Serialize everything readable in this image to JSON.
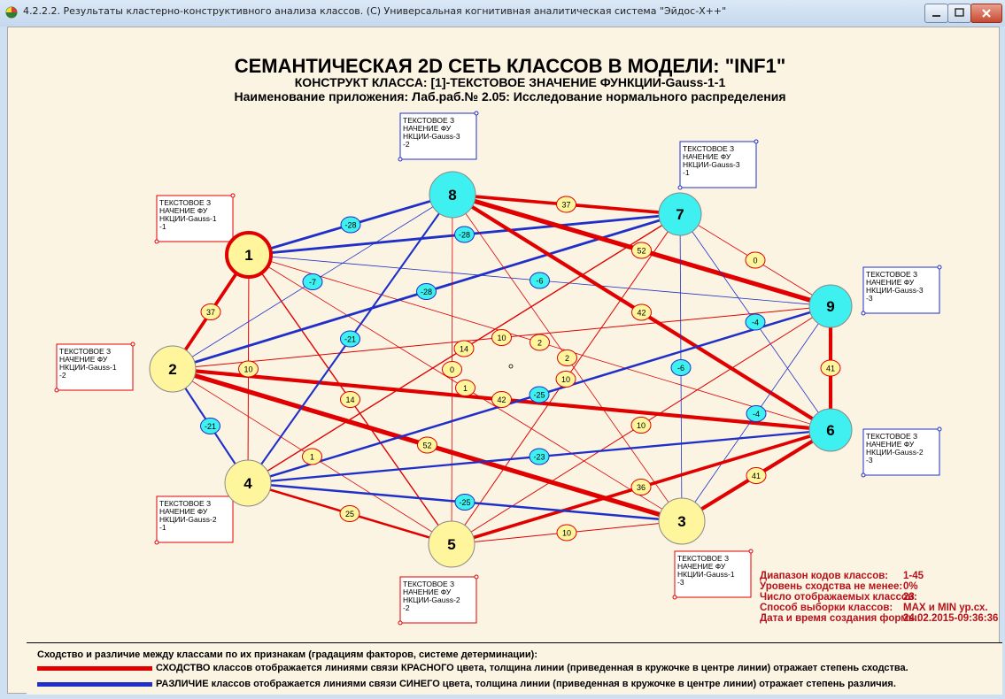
{
  "window": {
    "title": "4.2.2.2. Результаты кластерно-конструктивного анализа классов. (С) Универсальная когнитивная аналитическая система \"Эйдос-Х++\""
  },
  "header": {
    "title": "СЕМАНТИЧЕСКАЯ 2D СЕТЬ КЛАССОВ В МОДЕЛИ: \"INF1\"",
    "subtitle1": "КОНСТРУКТ КЛАССА: [1]-ТЕКСТОВОЕ ЗНАЧЕНИЕ ФУНКЦИИ-Gauss-1-1",
    "subtitle2": "Наименование приложения: Лаб.раб.№ 2.05: Исследование нормального распределения"
  },
  "nodes": [
    {
      "id": "1",
      "fill": "#fff59d",
      "lines": [
        "ТЕКСТОВОЕ З",
        "НАЧЕНИЕ ФУ",
        "НКЦИИ-Gauss-1",
        "-1"
      ],
      "box": "red"
    },
    {
      "id": "2",
      "fill": "#fff59d",
      "lines": [
        "ТЕКСТОВОЕ З",
        "НАЧЕНИЕ ФУ",
        "НКЦИИ-Gauss-1",
        "-2"
      ],
      "box": "red"
    },
    {
      "id": "3",
      "fill": "#fff59d",
      "lines": [
        "ТЕКСТОВОЕ З",
        "НАЧЕНИЕ ФУ",
        "НКЦИИ-Gauss-1",
        "-3"
      ],
      "box": "red"
    },
    {
      "id": "4",
      "fill": "#fff59d",
      "lines": [
        "ТЕКСТОВОЕ З",
        "НАЧЕНИЕ ФУ",
        "НКЦИИ-Gauss-2",
        "-1"
      ],
      "box": "red"
    },
    {
      "id": "5",
      "fill": "#fff59d",
      "lines": [
        "ТЕКСТОВОЕ З",
        "НАЧЕНИЕ ФУ",
        "НКЦИИ-Gauss-2",
        "-2"
      ],
      "box": "red"
    },
    {
      "id": "6",
      "fill": "#3ef0f0",
      "lines": [
        "ТЕКСТОВОЕ З",
        "НАЧЕНИЕ ФУ",
        "НКЦИИ-Gauss-2",
        "-3"
      ],
      "box": "blue"
    },
    {
      "id": "7",
      "fill": "#3ef0f0",
      "lines": [
        "ТЕКСТОВОЕ З",
        "НАЧЕНИЕ ФУ",
        "НКЦИИ-Gauss-3",
        "-1"
      ],
      "box": "blue"
    },
    {
      "id": "8",
      "fill": "#3ef0f0",
      "lines": [
        "ТЕКСТОВОЕ З",
        "НАЧЕНИЕ ФУ",
        "НКЦИИ-Gauss-3",
        "-2"
      ],
      "box": "blue"
    },
    {
      "id": "9",
      "fill": "#3ef0f0",
      "lines": [
        "ТЕКСТОВОЕ З",
        "НАЧЕНИЕ ФУ",
        "НКЦИИ-Gauss-3",
        "-3"
      ],
      "box": "blue"
    }
  ],
  "edges": [
    {
      "from": "1",
      "to": "2",
      "value": "37",
      "color": "red",
      "strength": 37
    },
    {
      "from": "1",
      "to": "8",
      "value": "-28",
      "color": "blue",
      "strength": 28
    },
    {
      "from": "1",
      "to": "7",
      "value": "-28",
      "color": "blue",
      "strength": 28
    },
    {
      "from": "1",
      "to": "9",
      "value": "-6",
      "color": "blue",
      "strength": 6
    },
    {
      "from": "1",
      "to": "4",
      "value": "10",
      "color": "red",
      "strength": 10
    },
    {
      "from": "1",
      "to": "5",
      "value": "14",
      "color": "red",
      "strength": 14
    },
    {
      "from": "1",
      "to": "6",
      "value": "2",
      "color": "red",
      "strength": 2
    },
    {
      "from": "1",
      "to": "3",
      "value": "1",
      "color": "red",
      "strength": 1
    },
    {
      "from": "2",
      "to": "8",
      "value": "-7",
      "color": "blue",
      "strength": 7
    },
    {
      "from": "2",
      "to": "7",
      "value": "-28",
      "color": "blue",
      "strength": 28
    },
    {
      "from": "2",
      "to": "4",
      "value": "-21",
      "color": "blue",
      "strength": 21
    },
    {
      "from": "2",
      "to": "6",
      "value": "42",
      "color": "red",
      "strength": 42
    },
    {
      "from": "2",
      "to": "3",
      "value": "52",
      "color": "red",
      "strength": 52
    },
    {
      "from": "2",
      "to": "9",
      "value": "10",
      "color": "red",
      "strength": 10
    },
    {
      "from": "2",
      "to": "5",
      "value": "1",
      "color": "red",
      "strength": 1
    },
    {
      "from": "8",
      "to": "7",
      "value": "37",
      "color": "red",
      "strength": 37
    },
    {
      "from": "8",
      "to": "9",
      "value": "52",
      "color": "red",
      "strength": 52
    },
    {
      "from": "8",
      "to": "6",
      "value": "42",
      "color": "red",
      "strength": 42
    },
    {
      "from": "8",
      "to": "4",
      "value": "-21",
      "color": "blue",
      "strength": 21
    },
    {
      "from": "8",
      "to": "5",
      "value": "0",
      "color": "red",
      "strength": 0
    },
    {
      "from": "8",
      "to": "3",
      "value": "2",
      "color": "red",
      "strength": 2
    },
    {
      "from": "7",
      "to": "9",
      "value": "0",
      "color": "red",
      "strength": 0
    },
    {
      "from": "7",
      "to": "3",
      "value": "-6",
      "color": "blue",
      "strength": 6
    },
    {
      "from": "7",
      "to": "5",
      "value": "10",
      "color": "red",
      "strength": 10
    },
    {
      "from": "7",
      "to": "4",
      "value": "14",
      "color": "red",
      "strength": 14
    },
    {
      "from": "7",
      "to": "6",
      "value": "-4",
      "color": "blue",
      "strength": 4
    },
    {
      "from": "9",
      "to": "6",
      "value": "41",
      "color": "red",
      "strength": 41
    },
    {
      "from": "9",
      "to": "4",
      "value": "-25",
      "color": "blue",
      "strength": 25
    },
    {
      "from": "9",
      "to": "5",
      "value": "10",
      "color": "red",
      "strength": 10
    },
    {
      "from": "9",
      "to": "3",
      "value": "-4",
      "color": "blue",
      "strength": 4
    },
    {
      "from": "6",
      "to": "4",
      "value": "-23",
      "color": "blue",
      "strength": 23
    },
    {
      "from": "6",
      "to": "3",
      "value": "41",
      "color": "red",
      "strength": 41
    },
    {
      "from": "6",
      "to": "5",
      "value": "36",
      "color": "red",
      "strength": 36
    },
    {
      "from": "4",
      "to": "5",
      "value": "25",
      "color": "red",
      "strength": 25
    },
    {
      "from": "4",
      "to": "3",
      "value": "-25",
      "color": "blue",
      "strength": 25
    },
    {
      "from": "5",
      "to": "3",
      "value": "10",
      "color": "red",
      "strength": 10
    }
  ],
  "info": {
    "rows": [
      {
        "k": "Диапазон кодов классов:",
        "v": "1-45"
      },
      {
        "k": "Уровень сходства не менее:",
        "v": "0%"
      },
      {
        "k": "Число отображаемых классов:",
        "v": "23"
      },
      {
        "k": "Способ выборки классов:",
        "v": "MAX и MIN ур.сх."
      },
      {
        "k": "Дата и время создания формы:",
        "v": "24.02.2015-09:36:36"
      }
    ]
  },
  "legend": {
    "heading": "Сходство и различие между классами по их признакам (градациям факторов, системе детерминации):",
    "red_text": "СХОДСТВО классов отображается линиями связи КРАСНОГО цвета, толщина линии (приведенная в кружочке в центре линии) отражает степень сходства.",
    "blue_text": "РАЗЛИЧИЕ классов отображается линиями связи СИНЕГО цвета, толщина линии  (приведенная в кружочке в центре линии) отражает степень различия.",
    "red_color": "#e00000",
    "blue_color": "#1f2fc8"
  },
  "colors": {
    "red": "#e00000",
    "blue": "#1f2fc8",
    "similar_fill": "#fff59d",
    "diff_fill": "#3ef0f0"
  }
}
